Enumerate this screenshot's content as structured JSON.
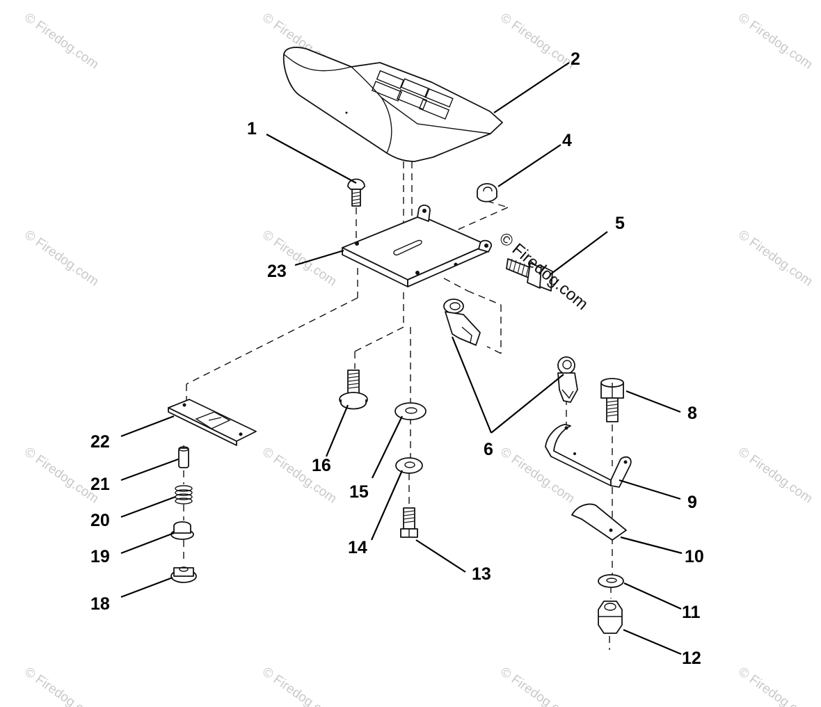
{
  "watermark": {
    "text": "© Firedog.com",
    "main_text": "© Firedog.com"
  },
  "callouts": [
    {
      "id": "1",
      "label": "1"
    },
    {
      "id": "2",
      "label": "2"
    },
    {
      "id": "4",
      "label": "4"
    },
    {
      "id": "5",
      "label": "5"
    },
    {
      "id": "6",
      "label": "6"
    },
    {
      "id": "8",
      "label": "8"
    },
    {
      "id": "9",
      "label": "9"
    },
    {
      "id": "10",
      "label": "10"
    },
    {
      "id": "11",
      "label": "11"
    },
    {
      "id": "12",
      "label": "12"
    },
    {
      "id": "13",
      "label": "13"
    },
    {
      "id": "14",
      "label": "14"
    },
    {
      "id": "15",
      "label": "15"
    },
    {
      "id": "16",
      "label": "16"
    },
    {
      "id": "18",
      "label": "18"
    },
    {
      "id": "19",
      "label": "19"
    },
    {
      "id": "20",
      "label": "20"
    },
    {
      "id": "21",
      "label": "21"
    },
    {
      "id": "22",
      "label": "22"
    },
    {
      "id": "23",
      "label": "23"
    }
  ]
}
